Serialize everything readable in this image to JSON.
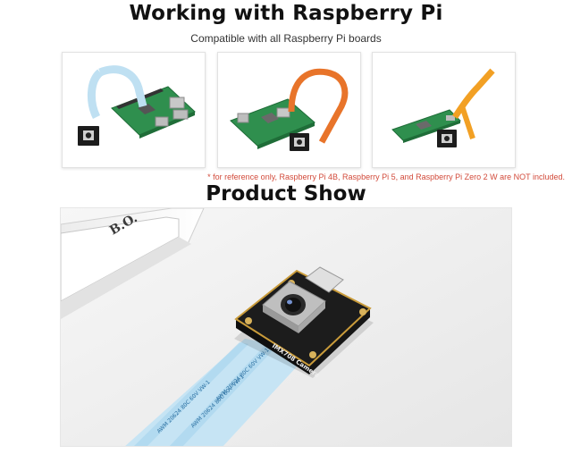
{
  "header": {
    "title": "Working with Raspberry Pi",
    "subtitle": "Compatible with all Raspberry Pi boards"
  },
  "gallery": {
    "items": [
      {
        "id": "pi-4b"
      },
      {
        "id": "pi-5"
      },
      {
        "id": "pi-zero-2w"
      }
    ]
  },
  "note": "* for reference only, Raspberry Pi 4B, Raspberry Pi 5, and Raspberry Pi Zero 2 W are NOT included.",
  "product_section": {
    "title": "Product Show",
    "box_text": "B.O.",
    "module_label": "IMX708 Camera"
  },
  "colors": {
    "pcb_green": "#2f8f4e",
    "module_black": "#1c1c1c",
    "fpc_orange": "#e8742a",
    "fpc_yellow_orange": "#f2a024",
    "ribbon_blue": "#bfe0f2",
    "note_red": "#d24a3a"
  }
}
